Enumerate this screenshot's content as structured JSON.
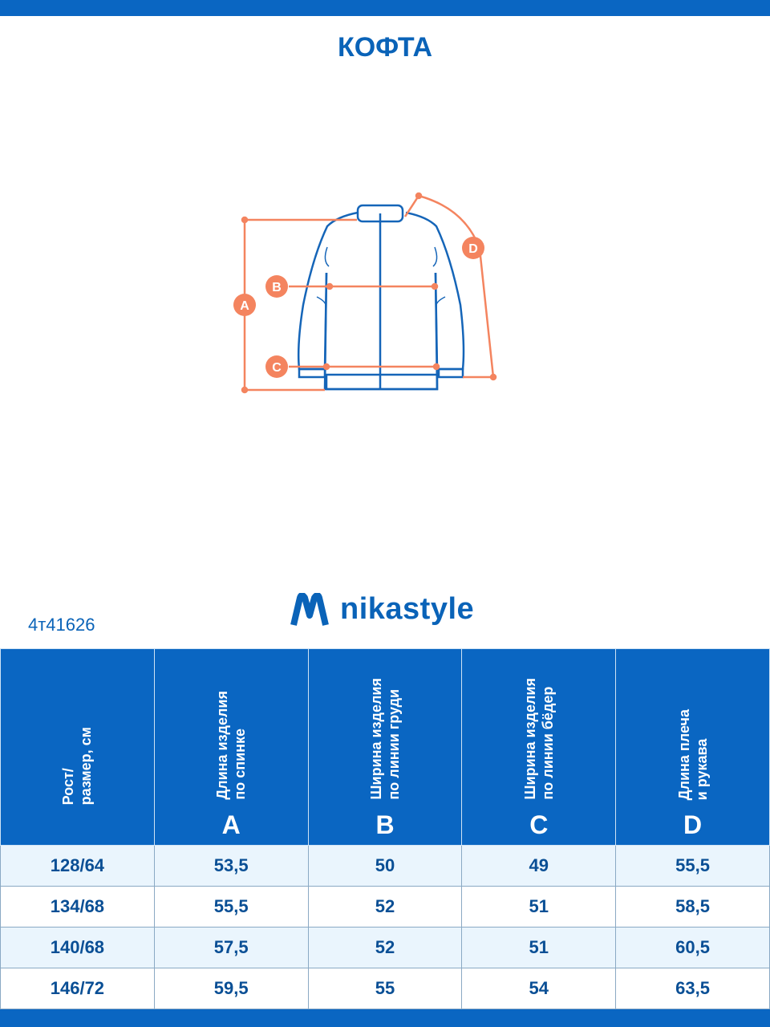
{
  "title": "КОФТА",
  "diagram_labels": [
    "A",
    "B",
    "C",
    "D"
  ],
  "brand": "nikastyle",
  "sku": "4т41626",
  "table": {
    "headers": [
      {
        "line1": "Рост/",
        "line2": "размер, см",
        "letter": ""
      },
      {
        "line1": "Длина изделия",
        "line2": "по спинке",
        "letter": "A"
      },
      {
        "line1": "Ширина изделия",
        "line2": "по линии груди",
        "letter": "B"
      },
      {
        "line1": "Ширина изделия",
        "line2": "по линии бёдер",
        "letter": "C"
      },
      {
        "line1": "Длина плеча",
        "line2": "и рукава",
        "letter": "D"
      }
    ],
    "rows": [
      [
        "128/64",
        "53,5",
        "50",
        "49",
        "55,5"
      ],
      [
        "134/68",
        "55,5",
        "52",
        "51",
        "58,5"
      ],
      [
        "140/68",
        "57,5",
        "52",
        "51",
        "60,5"
      ],
      [
        "146/72",
        "59,5",
        "55",
        "54",
        "63,5"
      ]
    ]
  },
  "colors": {
    "brand_blue": "#0a66c2",
    "measure_orange": "#f4845f"
  }
}
